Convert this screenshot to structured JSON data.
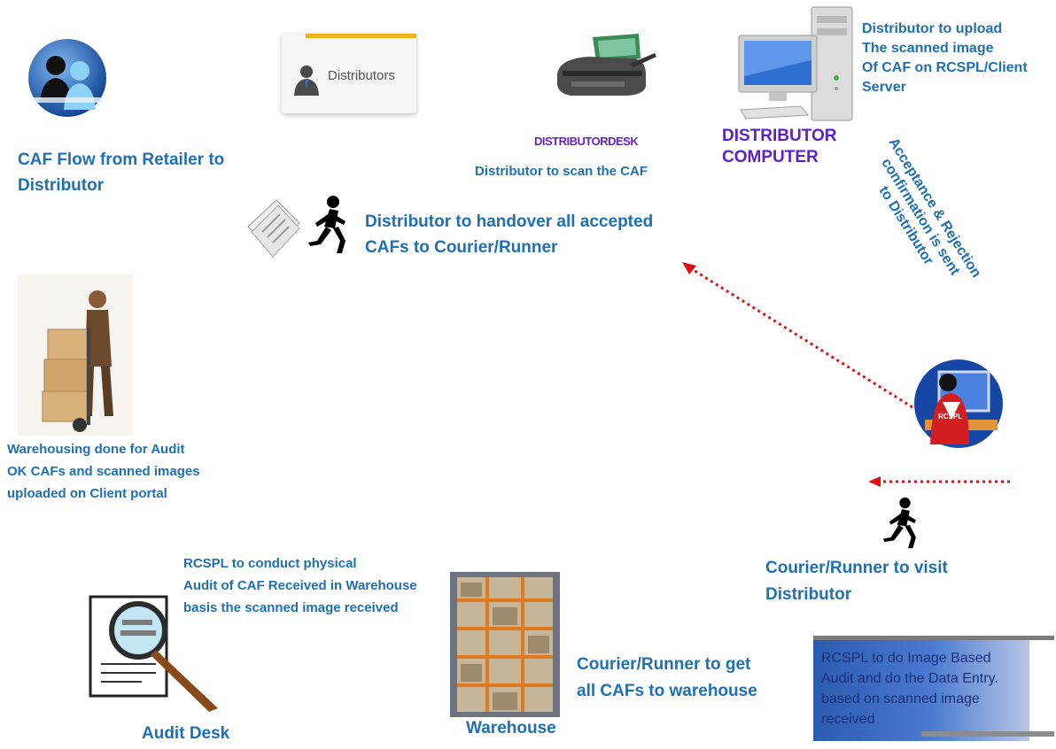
{
  "texts": {
    "caf_flow": "CAF Flow from Retailer to\nDistributor",
    "distributor_upload": "Distributor to upload\nThe scanned image\nOf CAF on RCSPL/Client\nServer",
    "distributor_desk": "DISTRIBUTORDESK",
    "scan_caf": "Distributor to scan the CAF",
    "distributor_computer": "DISTRIBUTOR\nCOMPUTER",
    "handover": "Distributor to handover all accepted\nCAFs to Courier/Runner",
    "acceptance": "Acceptance & Rejection\nconfirmation is sent\nto Distributor",
    "warehousing": "Warehousing done for Audit\nOK CAFs and scanned images\nuploaded on Client portal",
    "rcspl_physical": "RCSPL to conduct physical\nAudit of CAF Received in Warehouse\nbasis the scanned image received",
    "courier_visit": "Courier/Runner to visit\nDistributor",
    "courier_get": "Courier/Runner to get\nall CAFs to warehouse",
    "audit_desk": "Audit Desk",
    "warehouse": "Warehouse",
    "image_audit": "RCSPL to do Image Based\nAudit and do the Data Entry.\nbased on scanned image\nreceived",
    "distributors_card": "Distributors",
    "rcspl_badge": "RCSPL"
  },
  "colors": {
    "text_blue": "#1f6fb5",
    "purple_label": "#5b1fc9",
    "arrow_red": "#e01010",
    "box_blue": "#2b5cb0",
    "card_accent": "#f2b21c"
  },
  "icons": [
    "people-circle-icon",
    "distributors-card-icon",
    "scanner-icon",
    "computer-icon",
    "document-icon",
    "runner-icon",
    "delivery-man-icon",
    "operator-icon",
    "magnifier-document-icon",
    "warehouse-shelves-icon"
  ]
}
